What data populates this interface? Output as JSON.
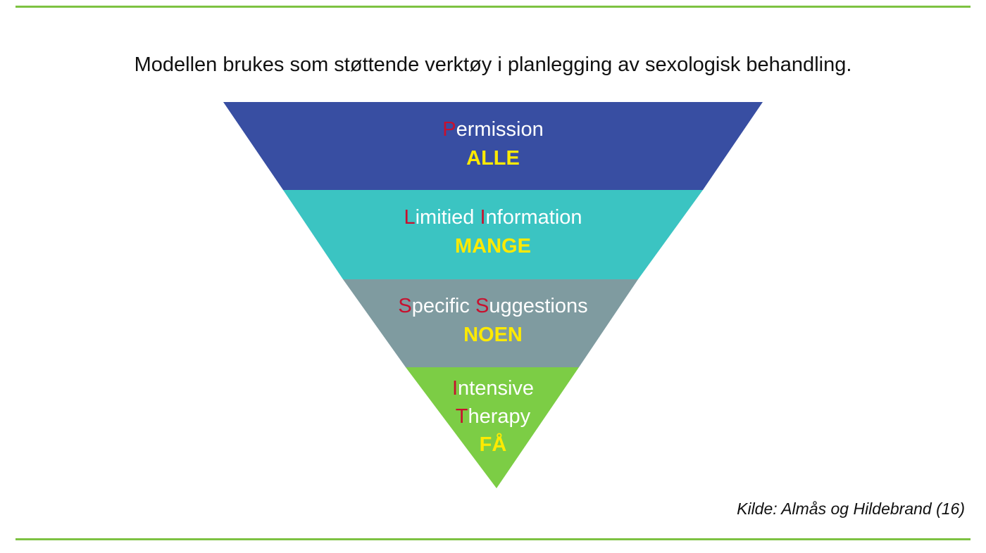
{
  "heading": "Modellen brukes som støttende verktøy i planlegging av sexologisk behandling.",
  "levels": [
    {
      "color": "#384ea2",
      "line1": {
        "p1": "P",
        "p2": "ermission",
        "p3": "",
        "p4": ""
      },
      "quantity": "ALLE"
    },
    {
      "color": "#3bc4c2",
      "line1": {
        "p1": "L",
        "p2": "imitied ",
        "p3": "I",
        "p4": "nformation"
      },
      "quantity": "MANGE"
    },
    {
      "color": "#7f9ba0",
      "line1": {
        "p1": "S",
        "p2": "pecific ",
        "p3": "S",
        "p4": "uggestions"
      },
      "quantity": "NOEN"
    },
    {
      "color": "#7ccd45",
      "line1": {
        "p1": "I",
        "p2": "ntensive",
        "p3": "",
        "p4": ""
      },
      "line2": {
        "p1": "T",
        "p2": "herapy"
      },
      "quantity": "FÅ"
    }
  ],
  "source": "Kilde: Almås og Hildebrand (16)",
  "colors": {
    "rule": "#7dc242",
    "highlight_letter": "#c8102e",
    "quantity_text": "#ffea00"
  }
}
